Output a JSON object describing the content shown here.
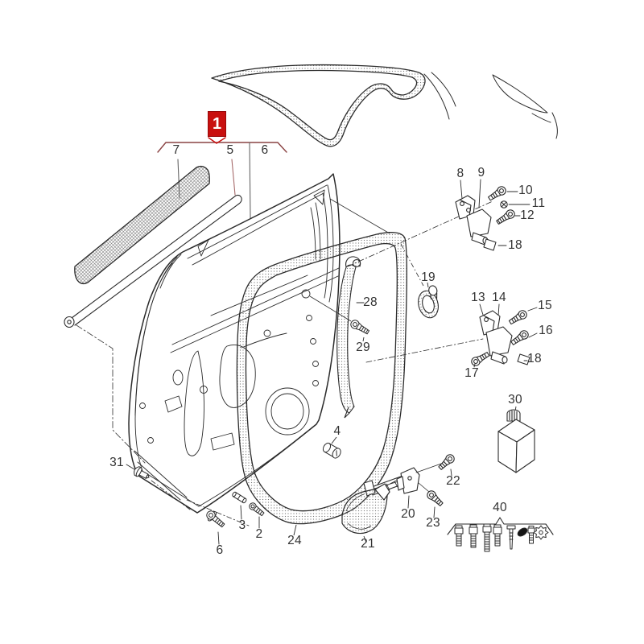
{
  "badge": {
    "text": "1"
  },
  "labels": {
    "p7": {
      "text": "7"
    },
    "p5": {
      "text": "5"
    },
    "p6a": {
      "text": "6"
    },
    "p8": {
      "text": "8"
    },
    "p9": {
      "text": "9"
    },
    "p10": {
      "text": "10"
    },
    "p11": {
      "text": "11"
    },
    "p12": {
      "text": "12"
    },
    "p18a": {
      "text": "18"
    },
    "p19": {
      "text": "19"
    },
    "p13": {
      "text": "13"
    },
    "p14": {
      "text": "14"
    },
    "p15": {
      "text": "15"
    },
    "p16": {
      "text": "16"
    },
    "p17": {
      "text": "17"
    },
    "p18b": {
      "text": "18"
    },
    "p28": {
      "text": "28"
    },
    "p29": {
      "text": "29"
    },
    "p30": {
      "text": "30"
    },
    "p4": {
      "text": "4"
    },
    "p31": {
      "text": "31"
    },
    "p6b": {
      "text": "6"
    },
    "p3": {
      "text": "3"
    },
    "p2": {
      "text": "2"
    },
    "p24": {
      "text": "24"
    },
    "p21": {
      "text": "21"
    },
    "p20": {
      "text": "20"
    },
    "p22": {
      "text": "22"
    },
    "p23": {
      "text": "23"
    },
    "p40": {
      "text": "40"
    }
  },
  "colors": {
    "badge_red": "#c9100f",
    "line": "#2b2b2b",
    "leader_red": "#a66a6a",
    "bracket_red": "#8a4343",
    "background": "#ffffff"
  }
}
